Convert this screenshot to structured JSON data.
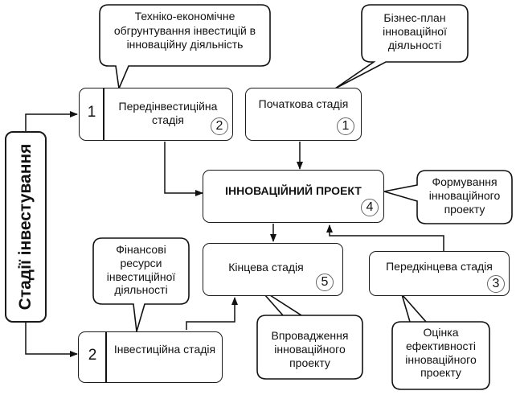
{
  "side_label": "Стадії інвестування",
  "stages": {
    "pre_investment": {
      "index": "1",
      "label": "Передінвестиційна стадія",
      "number": "2"
    },
    "initial": {
      "label": "Початкова стадія",
      "number": "1"
    },
    "project": {
      "label": "ІННОВАЦІЙНИЙ ПРОЕКТ",
      "number": "4"
    },
    "final": {
      "label": "Кінцева стадія",
      "number": "5"
    },
    "pre_final": {
      "label": "Передкінцева стадія",
      "number": "3"
    },
    "investment": {
      "index": "2",
      "label": "Інвестиційна стадія"
    }
  },
  "callouts": {
    "feasibility": "Техніко-економічне обгрунтування інвестицій в інноваційну діяльність",
    "business_plan": "Бізнес-план інноваційної діяльності",
    "formation": "Формування інноваційного проекту",
    "financial": "Фінансові ресурси інвестиційної діяльності",
    "implementation": "Впровадження інноваційного проекту",
    "evaluation": "Оцінка ефективності інноваційного проекту"
  }
}
